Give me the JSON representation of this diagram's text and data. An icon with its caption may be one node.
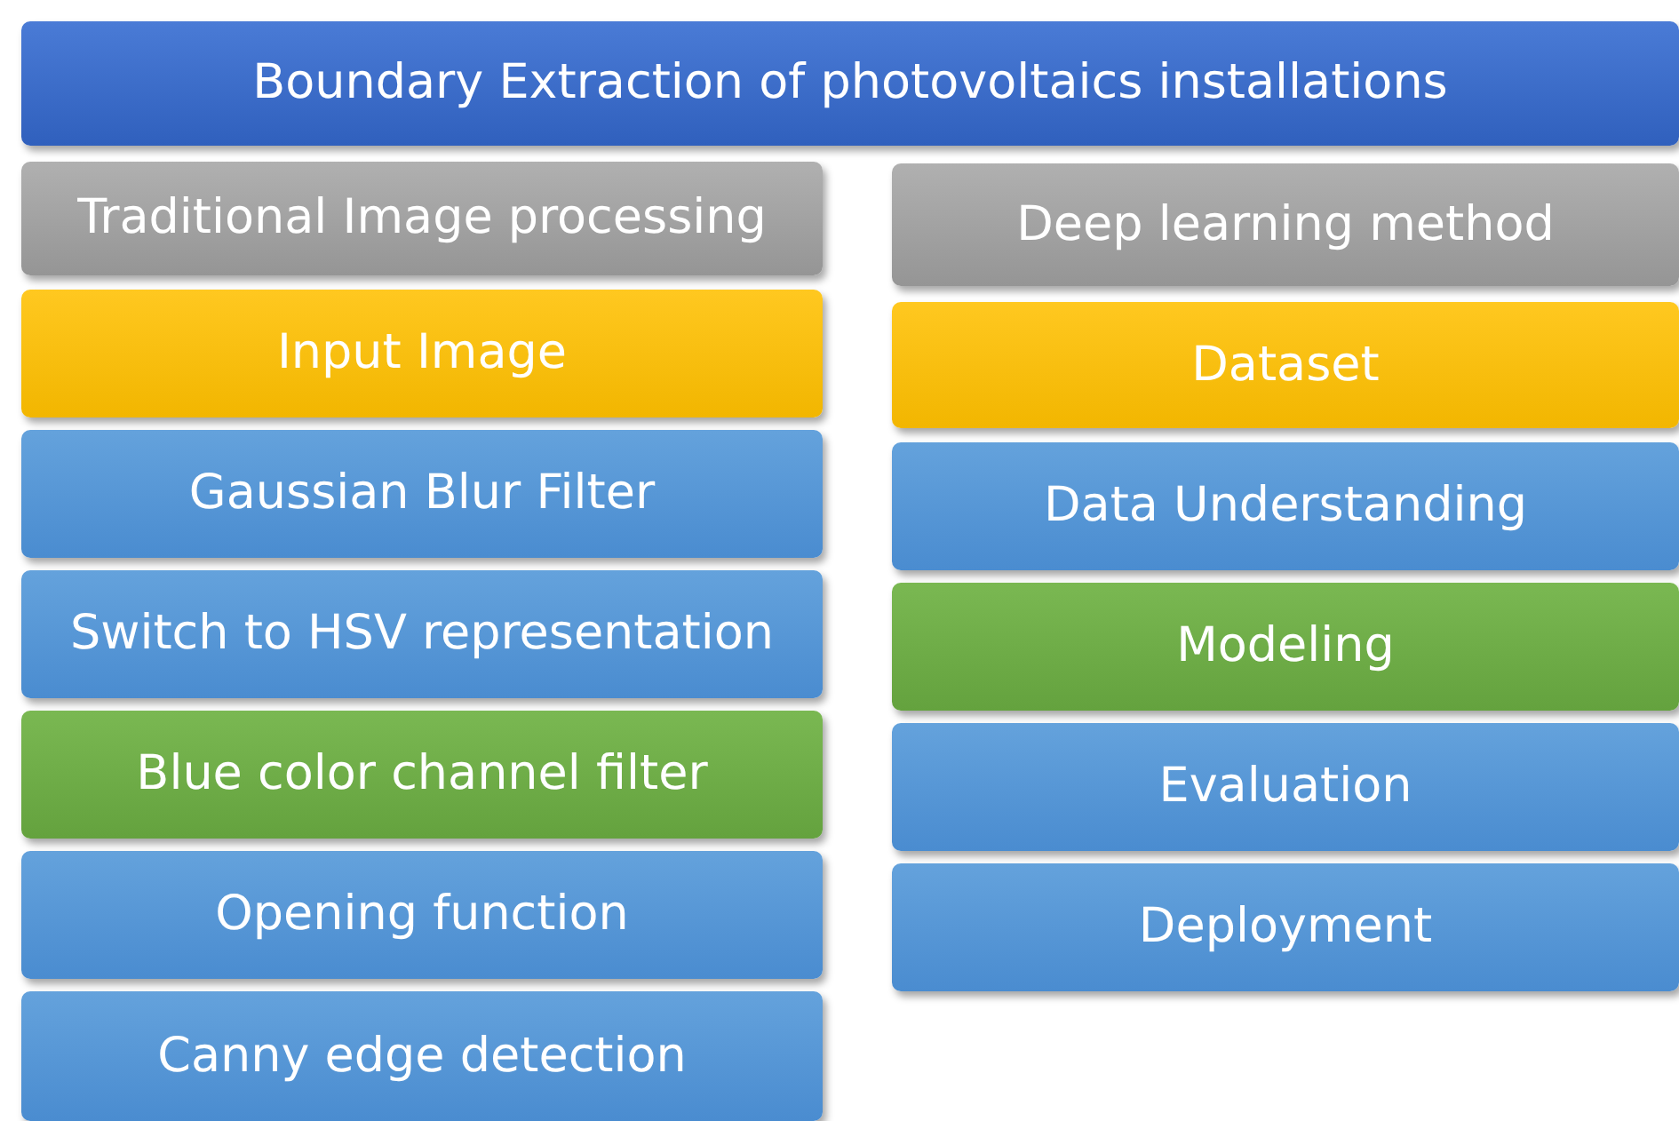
{
  "diagram": {
    "nodes": [
      {
        "text": [
          "Boundary Extraction of photovoltaics installations"
        ]
      },
      {
        "text": [
          "Traditional Image processing"
        ]
      },
      {
        "text": [
          "Input Image"
        ]
      },
      {
        "text": [
          "Gaussian Blur Filter"
        ]
      },
      {
        "text": [
          "Switch to HSV representation"
        ]
      },
      {
        "text": [
          "Blue color channel filter"
        ]
      },
      {
        "text": [
          "Opening function"
        ]
      },
      {
        "text": [
          "Canny edge detection"
        ]
      },
      {
        "text": [
          "Deep learning method"
        ]
      },
      {
        "text": [
          "Dataset"
        ]
      },
      {
        "text": [
          "Data Understanding"
        ]
      },
      {
        "text": [
          "Modeling"
        ]
      },
      {
        "text": [
          "Evaluation"
        ]
      },
      {
        "text": [
          "Deployment"
        ]
      }
    ]
  }
}
